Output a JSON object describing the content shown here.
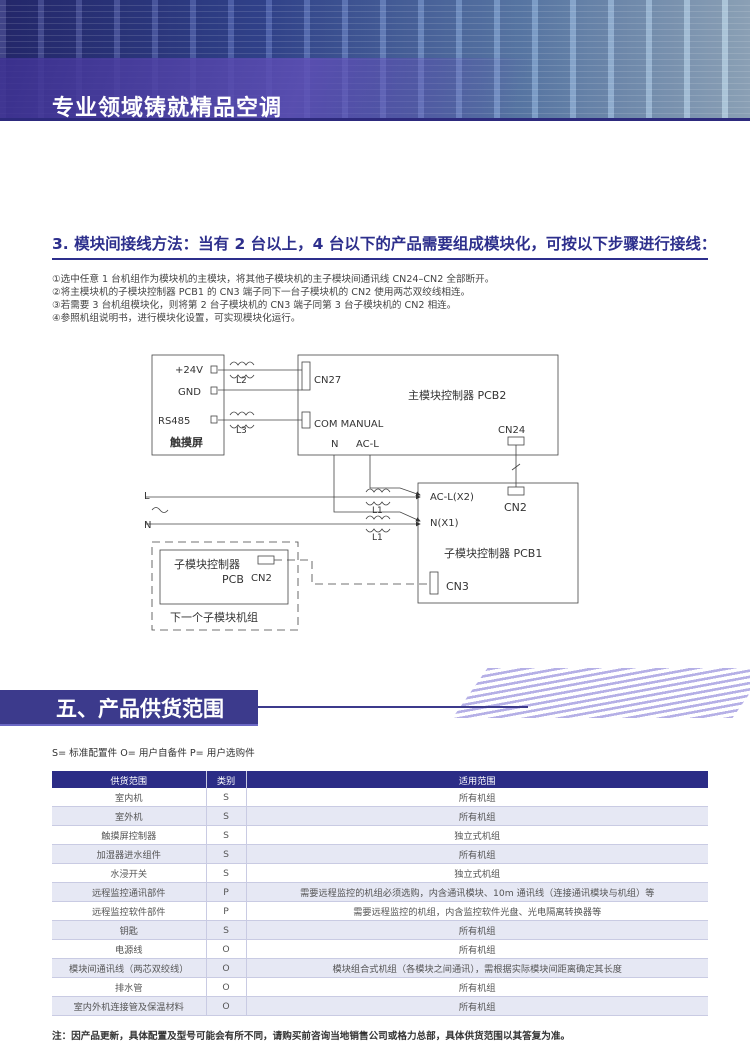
{
  "banner": {
    "title": "专业领域铸就精品空调"
  },
  "section3": {
    "title": "3. 模块间接线方法：当有 2 台以上，4 台以下的产品需要组成模块化，可按以下步骤进行接线：",
    "steps": [
      "①选中任意 1 台机组作为模块机的主模块，将其他子模块机的主子模块间通讯线 CN24–CN2 全部断开。",
      "②将主模块机的子模块控制器 PCB1 的 CN3 端子同下一台子模块机的 CN2 使用两芯双绞线相连。",
      "③若需要 3 台机组模块化，则将第 2 台子模块机的 CN3 端子同第 3 台子模块机的 CN2 相连。",
      "④参照机组说明书，进行模块化设置，可实现模块化运行。"
    ]
  },
  "diagram": {
    "touch_screen": {
      "label": "触摸屏",
      "terminals": [
        "+24V",
        "GND",
        "RS485"
      ]
    },
    "chokes": [
      "L2",
      "L3",
      "L1",
      "L1"
    ],
    "main_controller": {
      "label": "主模块控制器  PCB2",
      "cn27": "CN27",
      "com_manual": "COM  MANUAL",
      "n": "N",
      "ac_l": "AC-L",
      "cn24": "CN24"
    },
    "power": {
      "l": "L",
      "n": "N",
      "tilde": "~"
    },
    "sub_controller": {
      "label": "子模块控制器 PCB1",
      "ac_l": "AC-L(X2)",
      "nx1": "N(X1)",
      "cn2": "CN2",
      "cn3": "CN3"
    },
    "next_unit": {
      "title": "子模块控制器",
      "pcb": "PCB",
      "cn2": "CN2",
      "caption": "下一个子模块机组"
    }
  },
  "section5": {
    "title": "五、产品供货范围",
    "legend": "S= 标准配置件  O= 用户自备件  P= 用户选购件",
    "columns": [
      "供货范围",
      "类别",
      "适用范围"
    ],
    "rows": [
      [
        "室内机",
        "S",
        "所有机组"
      ],
      [
        "室外机",
        "S",
        "所有机组"
      ],
      [
        "触摸屏控制器",
        "S",
        "独立式机组"
      ],
      [
        "加湿器进水组件",
        "S",
        "所有机组"
      ],
      [
        "水浸开关",
        "S",
        "独立式机组"
      ],
      [
        "远程监控通讯部件",
        "P",
        "需要远程监控的机组必须选购，内含通讯模块、10m 通讯线（连接通讯模块与机组）等"
      ],
      [
        "远程监控软件部件",
        "P",
        "需要远程监控的机组，内含监控软件光盘、光电隔离转换器等"
      ],
      [
        "钥匙",
        "S",
        "所有机组"
      ],
      [
        "电源线",
        "O",
        "所有机组"
      ],
      [
        "模块间通讯线（两芯双绞线）",
        "O",
        "模块组合式机组（各模块之间通讯），需根据实际模块间距离确定其长度"
      ],
      [
        "排水管",
        "O",
        "所有机组"
      ],
      [
        "室内外机连接管及保温材料",
        "O",
        "所有机组"
      ]
    ],
    "note": "注：因产品更新，具体配置及型号可能会有所不同，请购买前咨询当地销售公司或格力总部，具体供货范围以其答复为准。"
  }
}
